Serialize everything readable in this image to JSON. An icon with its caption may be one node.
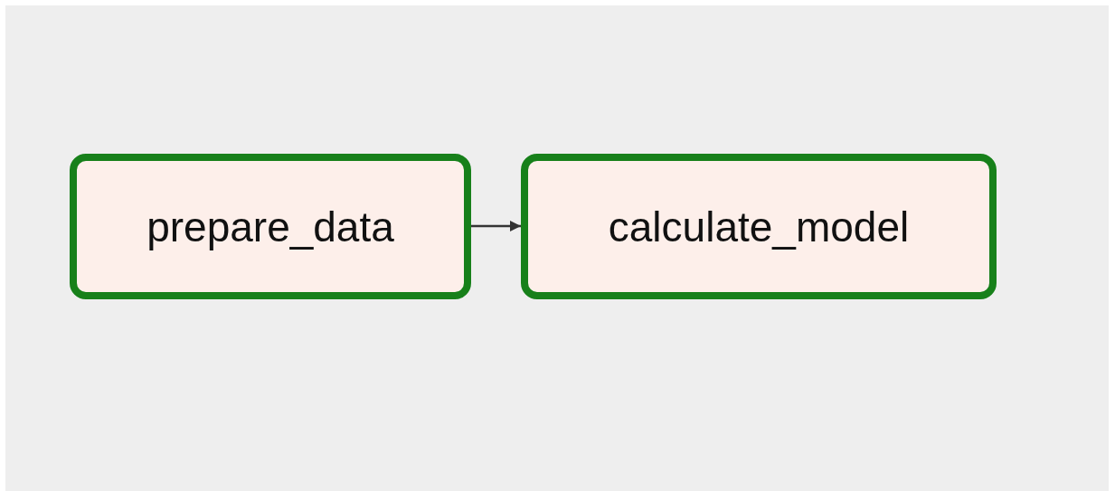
{
  "diagram": {
    "nodes": [
      {
        "text": [
          "prepare_data"
        ]
      },
      {
        "text": [
          "calculate_model"
        ]
      }
    ],
    "edges": [
      {
        "from": 0,
        "to": 1,
        "arrow": "to"
      }
    ]
  }
}
